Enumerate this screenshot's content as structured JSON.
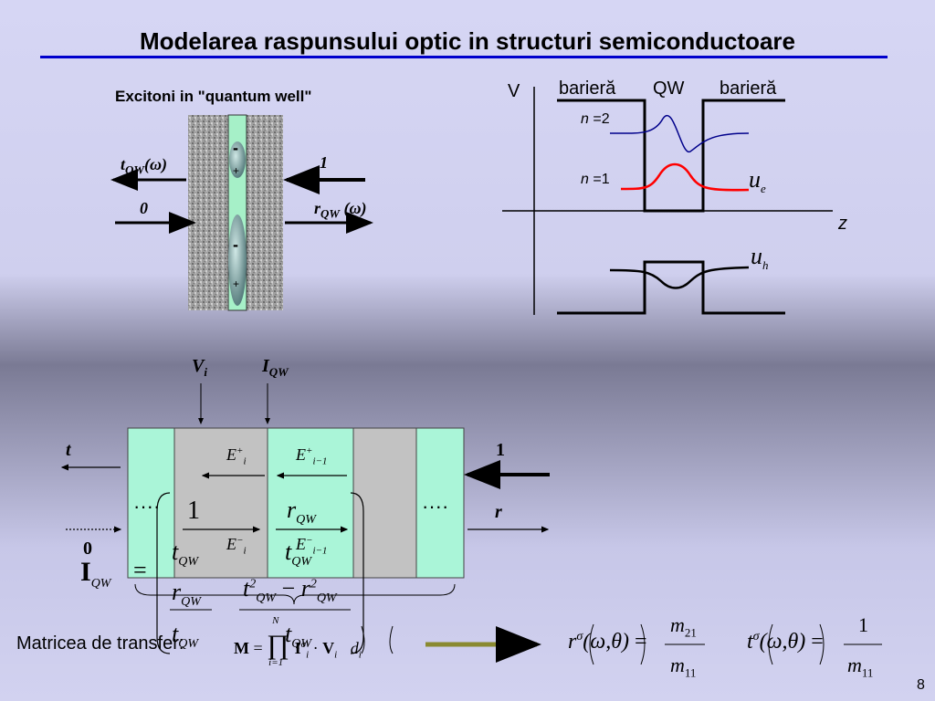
{
  "title": "Modelarea raspunsului optic in structuri semiconductoare",
  "qw_panel": {
    "heading": "Excitoni in  \"quantum well\"",
    "t_label": "t",
    "t_sub": "QW",
    "t_arg": "(ω)",
    "r_label": "r",
    "r_sub": "QW",
    "r_arg": " (ω)",
    "in_1": "1",
    "in_0": "0",
    "minus": "-",
    "plus": "+"
  },
  "band_diagram": {
    "v_axis": "V",
    "z_axis": "z",
    "barrier_left": "barieră",
    "qw": "QW",
    "barrier_right": "barieră",
    "n2": "n",
    "n2_eq": " =2",
    "n1": "n",
    "n1_eq": " =1",
    "ue": "u",
    "ue_sub": "e",
    "uh": "u",
    "uh_sub": "h"
  },
  "layers": {
    "vi": "V",
    "vi_sub": "i",
    "iqw": "I",
    "iqw_sub": "QW",
    "t": "t",
    "r": "r",
    "one": "1",
    "zero": "0",
    "e_plus_i": "E",
    "e_plus_i_sup": "+",
    "e_plus_i_sub": "i",
    "e_plus_im1": "E",
    "e_plus_im1_sup": "+",
    "e_plus_im1_sub": "i−1",
    "e_minus_i": "E",
    "e_minus_i_sup": "−",
    "e_minus_i_sub": "i",
    "e_minus_im1": "E",
    "e_minus_im1_sup": "−",
    "e_minus_im1_sub": "i−1",
    "dots_left": "····",
    "dots_right": "····"
  },
  "matrix_eq": {
    "lhs": "I",
    "lhs_sub": "QW",
    "eq": "=",
    "m11": "1",
    "m11_den": "t",
    "m11_den_sub": "QW",
    "m12": "r",
    "m12_sub": "QW",
    "m12_den": "t",
    "m12_den_sub": "QW",
    "m21": "r",
    "m21_sub": "QW",
    "m21_den": "t",
    "m21_den_sub": "QW",
    "m22_num": "t",
    "m22_sup": "2",
    "m22_sub": "QW",
    "m22_minus": "−",
    "m22_r": "r",
    "m22_r_sup": "2",
    "m22_r_sub": "QW",
    "m22_den": "t",
    "m22_den_sub": "QW"
  },
  "transfer": {
    "label": "Matricea de transfer:",
    "M": "M",
    "eq": "=",
    "prod_top": "N",
    "prod_bottom": "i=1",
    "I": "I",
    "I_sup": "σ",
    "I_sub": "i",
    "dot": "·",
    "V": "V",
    "V_sub": "i",
    "d": "d",
    "d_sub": "i"
  },
  "formulas": {
    "r_sigma": "r",
    "sigma": "σ",
    "args": "(ω,θ)",
    "eq": "=",
    "m21": "m",
    "m21_sub": "21",
    "m11": "m",
    "m11_sub": "11",
    "t_sigma": "t",
    "one": "1"
  },
  "page_number": "8"
}
